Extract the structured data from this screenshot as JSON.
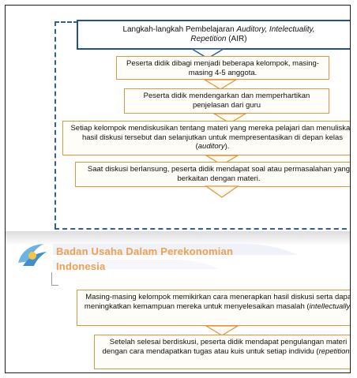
{
  "top_box": {
    "prefix": "Langkah-langkah Pembelajaran ",
    "italic": "Auditory, Intelectuality,",
    "line2_italic": "Repetition",
    "line2_rest": " (AIR)"
  },
  "steps_top": [
    {
      "text": "Peserta didik dibagi menjadi beberapa kelompok, masing-masing 4-5 anggota."
    },
    {
      "text": "Peserta didik mendengarkan dan memperhartikan penjelasan dari guru"
    },
    {
      "text_before": "Setiap kelompok mendiskusikan tentang materi yang mereka pelajari dan menuliskan hasil diskusi tersebut dan selanjutkan untuk mempresentasikan di depan kelas (",
      "italic": "auditory",
      "text_after": ")."
    },
    {
      "text": "Saat diskusi berlansung, peserta didik mendapat soal atau permasalahan yang berkaitan dengan materi."
    }
  ],
  "section_title": {
    "line1": "Badan Usaha Dalam Perekonomian",
    "line2": "Indonesia"
  },
  "steps_bottom": [
    {
      "text_before": "Masing-masing kelompok memikirkan cara menerapkan hasil diskusi serta dapat meningkatkan kemampuan mereka untuk menyelesaikan masalah (",
      "italic": "intellectually",
      "text_after": ")."
    },
    {
      "text_before": "Setelah selesai berdiskusi, peserta didik mendapat pengulangan materi dengan cara mendapatkan tugas atau kuis untuk setiap individu (",
      "italic": "repetition",
      "text_after": ")."
    }
  ],
  "colors": {
    "accent_orange": "#e2953b",
    "border_blue": "#1f4f95",
    "title_orange": "#f0a050"
  }
}
